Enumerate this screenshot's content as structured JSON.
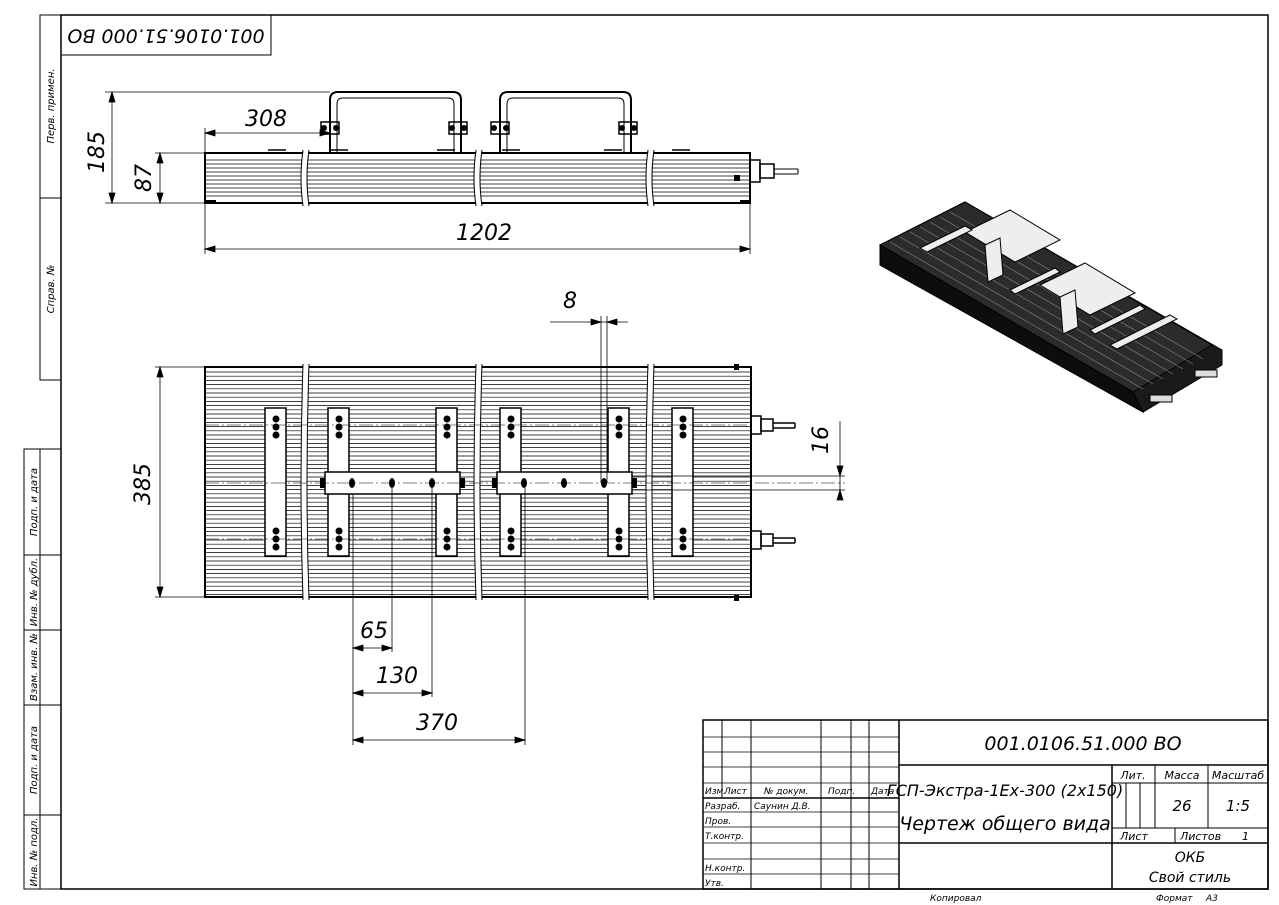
{
  "corner_code": "001.0106.51.000 ВО",
  "side_labels": {
    "perv_primen": "Перв. примен.",
    "sprav_no": "Справ. №",
    "podp_data_1": "Подп. и дата",
    "inv_dubl": "Инв. № дубл.",
    "vzam_inv": "Взам. инв. №",
    "podp_data_2": "Подп. и дата",
    "inv_podl": "Инв. № подл."
  },
  "dimensions": {
    "top_308": "308",
    "top_185": "185",
    "top_87": "87",
    "top_1202": "1202",
    "plan_8": "8",
    "plan_16": "16",
    "plan_385": "385",
    "plan_65": "65",
    "plan_130": "130",
    "plan_370": "370"
  },
  "title_block": {
    "designation": "001.0106.51.000 ВО",
    "product_name": "ГСП-Экстра-1Ex-300 (2х150)",
    "doc_name": "Чертеж общего вида",
    "headers": {
      "izm": "Изм.",
      "list": "Лист",
      "n_dokum": "№ докум.",
      "podp": "Подп.",
      "data": "Дата",
      "lit": "Лит.",
      "massa": "Масса",
      "masshtab": "Масштаб"
    },
    "rows": {
      "razrab": "Разраб.",
      "prov": "Пров.",
      "tkontr": "Т.контр.",
      "nkontr": "Н.контр.",
      "utv": "Утв."
    },
    "razrab_name": "Саунин Д.В.",
    "mass": "26",
    "scale": "1:5",
    "sheet_label": "Лист",
    "sheets_label": "Листов",
    "sheets_value": "1",
    "org_line1": "ОКБ",
    "org_line2": "Свой стиль"
  },
  "footer": {
    "kopiroval": "Копировал",
    "format_label": "Формат",
    "format_value": "А3"
  }
}
